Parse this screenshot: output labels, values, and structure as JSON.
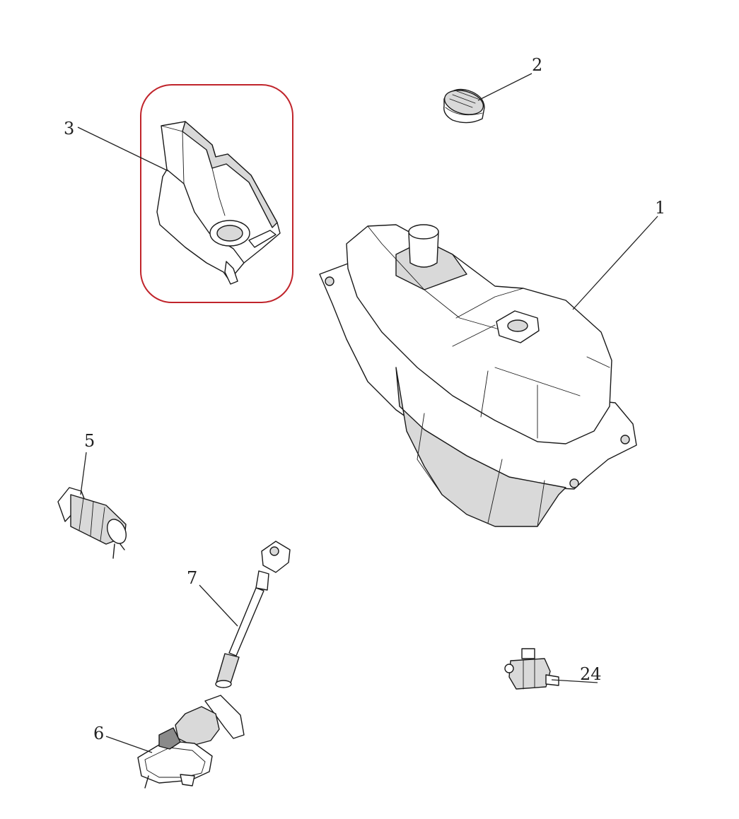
{
  "diagram": {
    "highlight_color": "#c0242b",
    "parts": [
      {
        "id": "fuel-tank",
        "number": "1"
      },
      {
        "id": "fuel-cap",
        "number": "2"
      },
      {
        "id": "tank-cover",
        "number": "3"
      },
      {
        "id": "fuel-pump",
        "number": "5"
      },
      {
        "id": "fuel-pump-bracket",
        "number": "6"
      },
      {
        "id": "fuel-level-sensor",
        "number": "7"
      },
      {
        "id": "fuel-filter",
        "number": "24"
      }
    ],
    "highlighted_part": "3"
  }
}
